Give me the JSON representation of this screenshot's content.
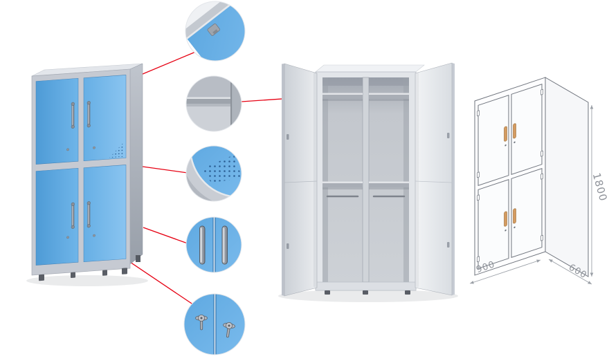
{
  "product_diagram": {
    "dimensions": {
      "height": "1800",
      "width": "900",
      "depth": "600"
    },
    "colors": {
      "callout_line": "#E60012",
      "door_blue": "#63ACE3",
      "frame_gray": "#C6CAD2",
      "wireframe_handle_orange": "#D49B60"
    },
    "callouts": [
      "top-corner-detail",
      "interior-shelf-detail",
      "ventilation-holes-detail",
      "door-handles-detail",
      "cam-locks-detail"
    ]
  }
}
